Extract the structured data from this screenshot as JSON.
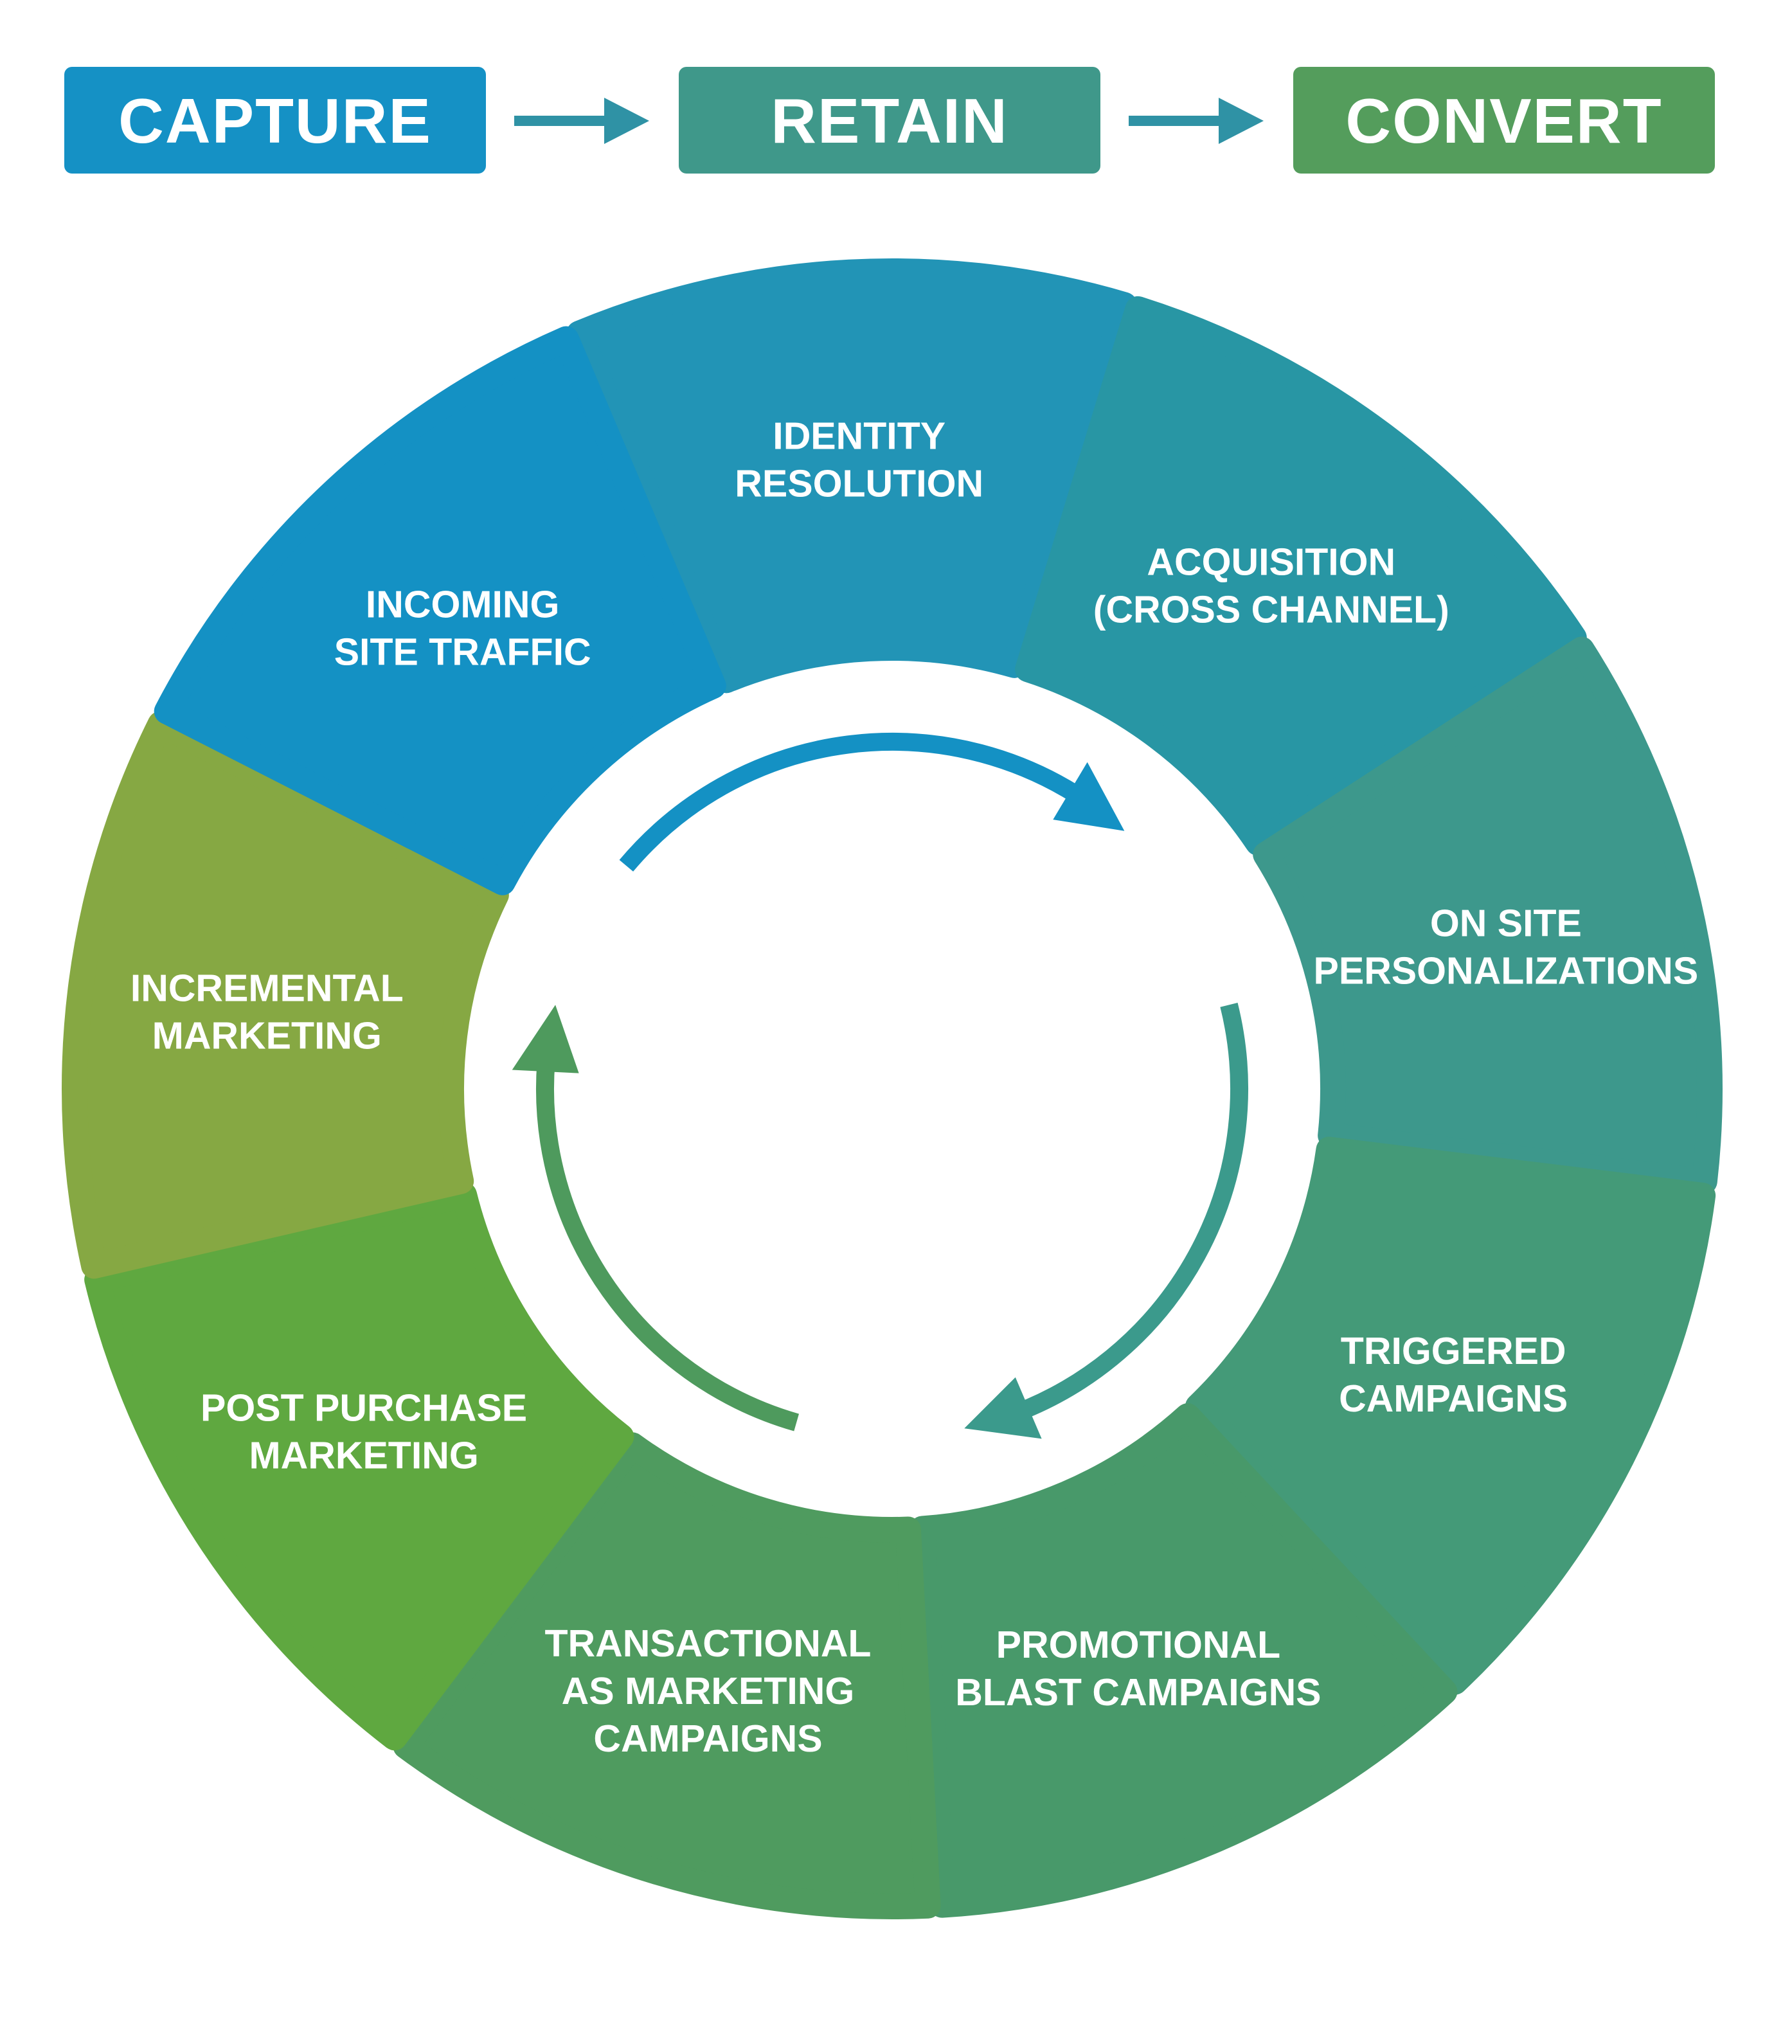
{
  "stages": [
    {
      "label": "CAPTURE",
      "color": "#1591c5"
    },
    {
      "label": "RETAIN",
      "color": "#3f988a"
    },
    {
      "label": "CONVERT",
      "color": "#549d5c"
    }
  ],
  "stage_arrow_color": "#2f92a5",
  "segments": [
    {
      "lines": [
        "IDENTITY",
        "RESOLUTION"
      ],
      "color": "#2294b6"
    },
    {
      "lines": [
        "ACQUISITION",
        "(CROSS CHANNEL)"
      ],
      "color": "#2896a4"
    },
    {
      "lines": [
        "ON SITE",
        "PERSONALIZATIONS"
      ],
      "color": "#3d988c"
    },
    {
      "lines": [
        "TRIGGERED",
        "CAMPAIGNS"
      ],
      "color": "#449a78"
    },
    {
      "lines": [
        "PROMOTIONAL",
        "BLAST CAMPAIGNS"
      ],
      "color": "#48996a"
    },
    {
      "lines": [
        "TRANSACTIONAL",
        "AS MARKETING",
        "CAMPAIGNS"
      ],
      "color": "#4f9b5f"
    },
    {
      "lines": [
        "POST PURCHASE",
        "MARKETING"
      ],
      "color": "#5fa840"
    },
    {
      "lines": [
        "INCREMENTAL",
        "MARKETING"
      ],
      "color": "#86a843"
    },
    {
      "lines": [
        "INCOMING",
        "SITE TRAFFIC"
      ],
      "color": "#1491c4"
    }
  ],
  "cycle_arrows": [
    {
      "color": "#1491c4"
    },
    {
      "color": "#3b9a8c"
    },
    {
      "color": "#4e9a5d"
    }
  ]
}
